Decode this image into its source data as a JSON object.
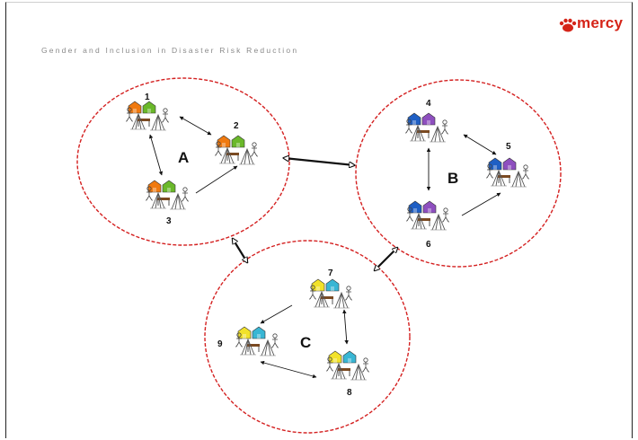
{
  "header": {
    "subtitle": "Gender and Inclusion in Disaster Risk Reduction",
    "logo_text": "mercy"
  },
  "colors": {
    "circle_border": "#d42020",
    "group_a": [
      "#f07a10",
      "#6ab82a"
    ],
    "group_b": [
      "#1f5fc4",
      "#8e4fbf"
    ],
    "group_c": [
      "#f2e22a",
      "#39b6d4"
    ],
    "logo": "#d52418"
  },
  "groups": [
    {
      "label": "A",
      "villages": [
        "1",
        "2",
        "3"
      ]
    },
    {
      "label": "B",
      "villages": [
        "4",
        "5",
        "6"
      ]
    },
    {
      "label": "C",
      "villages": [
        "7",
        "8",
        "9"
      ]
    }
  ]
}
